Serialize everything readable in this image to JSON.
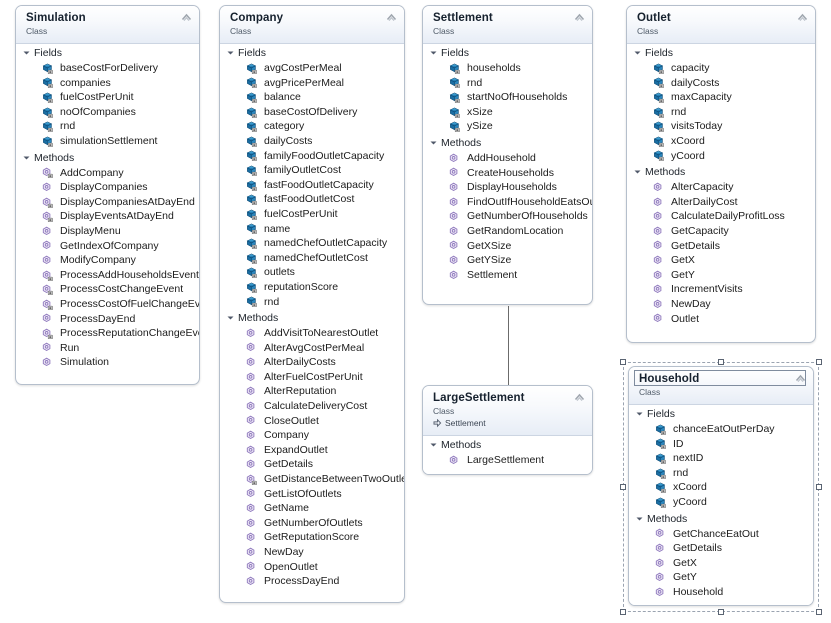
{
  "diagram": {
    "type": "uml-class-diagram",
    "stereotype_label": "Class",
    "fields_label": "Fields",
    "methods_label": "Methods",
    "classes": [
      {
        "name": "Simulation",
        "stereotype": "Class",
        "fields": [
          {
            "label": "baseCostForDelivery",
            "icon": "field-icon",
            "static": true
          },
          {
            "label": "companies",
            "icon": "field-icon",
            "static": true
          },
          {
            "label": "fuelCostPerUnit",
            "icon": "field-icon",
            "static": true
          },
          {
            "label": "noOfCompanies",
            "icon": "field-icon",
            "static": true
          },
          {
            "label": "rnd",
            "icon": "field-icon",
            "static": true
          },
          {
            "label": "simulationSettlement",
            "icon": "field-icon",
            "static": true
          }
        ],
        "methods": [
          {
            "label": "AddCompany",
            "icon": "method-icon",
            "static": true
          },
          {
            "label": "DisplayCompanies",
            "icon": "method-icon",
            "static": false
          },
          {
            "label": "DisplayCompaniesAtDayEnd",
            "icon": "method-icon",
            "static": true
          },
          {
            "label": "DisplayEventsAtDayEnd",
            "icon": "method-icon",
            "static": true
          },
          {
            "label": "DisplayMenu",
            "icon": "method-icon",
            "static": false
          },
          {
            "label": "GetIndexOfCompany",
            "icon": "method-icon",
            "static": false
          },
          {
            "label": "ModifyCompany",
            "icon": "method-icon",
            "static": false
          },
          {
            "label": "ProcessAddHouseholdsEvent",
            "icon": "method-icon",
            "static": true
          },
          {
            "label": "ProcessCostChangeEvent",
            "icon": "method-icon",
            "static": true
          },
          {
            "label": "ProcessCostOfFuelChangeEvent",
            "icon": "method-icon",
            "static": true
          },
          {
            "label": "ProcessDayEnd",
            "icon": "method-icon",
            "static": false
          },
          {
            "label": "ProcessReputationChangeEvent",
            "icon": "method-icon",
            "static": true
          },
          {
            "label": "Run",
            "icon": "method-icon",
            "static": false
          },
          {
            "label": "Simulation",
            "icon": "method-icon",
            "static": false
          }
        ]
      },
      {
        "name": "Company",
        "stereotype": "Class",
        "fields": [
          {
            "label": "avgCostPerMeal",
            "icon": "field-icon",
            "static": true
          },
          {
            "label": "avgPricePerMeal",
            "icon": "field-icon",
            "static": true
          },
          {
            "label": "balance",
            "icon": "field-icon",
            "static": true
          },
          {
            "label": "baseCostOfDelivery",
            "icon": "field-icon",
            "static": true
          },
          {
            "label": "category",
            "icon": "field-icon",
            "static": true
          },
          {
            "label": "dailyCosts",
            "icon": "field-icon",
            "static": true
          },
          {
            "label": "familyFoodOutletCapacity",
            "icon": "field-icon",
            "static": true
          },
          {
            "label": "familyOutletCost",
            "icon": "field-icon",
            "static": true
          },
          {
            "label": "fastFoodOutletCapacity",
            "icon": "field-icon",
            "static": true
          },
          {
            "label": "fastFoodOutletCost",
            "icon": "field-icon",
            "static": true
          },
          {
            "label": "fuelCostPerUnit",
            "icon": "field-icon",
            "static": true
          },
          {
            "label": "name",
            "icon": "field-icon",
            "static": true
          },
          {
            "label": "namedChefOutletCapacity",
            "icon": "field-icon",
            "static": true
          },
          {
            "label": "namedChefOutletCost",
            "icon": "field-icon",
            "static": true
          },
          {
            "label": "outlets",
            "icon": "field-icon",
            "static": true
          },
          {
            "label": "reputationScore",
            "icon": "field-icon",
            "static": true
          },
          {
            "label": "rnd",
            "icon": "field-icon",
            "static": true
          }
        ],
        "methods": [
          {
            "label": "AddVisitToNearestOutlet",
            "icon": "method-icon",
            "static": false
          },
          {
            "label": "AlterAvgCostPerMeal",
            "icon": "method-icon",
            "static": false
          },
          {
            "label": "AlterDailyCosts",
            "icon": "method-icon",
            "static": false
          },
          {
            "label": "AlterFuelCostPerUnit",
            "icon": "method-icon",
            "static": false
          },
          {
            "label": "AlterReputation",
            "icon": "method-icon",
            "static": false
          },
          {
            "label": "CalculateDeliveryCost",
            "icon": "method-icon",
            "static": false
          },
          {
            "label": "CloseOutlet",
            "icon": "method-icon",
            "static": false
          },
          {
            "label": "Company",
            "icon": "method-icon",
            "static": false
          },
          {
            "label": "ExpandOutlet",
            "icon": "method-icon",
            "static": false
          },
          {
            "label": "GetDetails",
            "icon": "method-icon",
            "static": false
          },
          {
            "label": "GetDistanceBetweenTwoOutlets",
            "icon": "method-icon",
            "static": true
          },
          {
            "label": "GetListOfOutlets",
            "icon": "method-icon",
            "static": false
          },
          {
            "label": "GetName",
            "icon": "method-icon",
            "static": false
          },
          {
            "label": "GetNumberOfOutlets",
            "icon": "method-icon",
            "static": false
          },
          {
            "label": "GetReputationScore",
            "icon": "method-icon",
            "static": false
          },
          {
            "label": "NewDay",
            "icon": "method-icon",
            "static": false
          },
          {
            "label": "OpenOutlet",
            "icon": "method-icon",
            "static": false
          },
          {
            "label": "ProcessDayEnd",
            "icon": "method-icon",
            "static": false
          }
        ]
      },
      {
        "name": "Settlement",
        "stereotype": "Class",
        "fields": [
          {
            "label": "households",
            "icon": "field-icon",
            "static": true
          },
          {
            "label": "rnd",
            "icon": "field-icon",
            "static": true
          },
          {
            "label": "startNoOfHouseholds",
            "icon": "field-icon",
            "static": true
          },
          {
            "label": "xSize",
            "icon": "field-icon",
            "static": true
          },
          {
            "label": "ySize",
            "icon": "field-icon",
            "static": true
          }
        ],
        "methods": [
          {
            "label": "AddHousehold",
            "icon": "method-icon",
            "static": false
          },
          {
            "label": "CreateHouseholds",
            "icon": "method-icon",
            "static": false
          },
          {
            "label": "DisplayHouseholds",
            "icon": "method-icon",
            "static": false
          },
          {
            "label": "FindOutIfHouseholdEatsOut",
            "icon": "method-icon",
            "static": false
          },
          {
            "label": "GetNumberOfHouseholds",
            "icon": "method-icon",
            "static": false
          },
          {
            "label": "GetRandomLocation",
            "icon": "method-icon",
            "static": false
          },
          {
            "label": "GetXSize",
            "icon": "method-icon",
            "static": false
          },
          {
            "label": "GetYSize",
            "icon": "method-icon",
            "static": false
          },
          {
            "label": "Settlement",
            "icon": "method-icon",
            "static": false
          }
        ]
      },
      {
        "name": "Outlet",
        "stereotype": "Class",
        "fields": [
          {
            "label": "capacity",
            "icon": "field-icon",
            "static": true
          },
          {
            "label": "dailyCosts",
            "icon": "field-icon",
            "static": true
          },
          {
            "label": "maxCapacity",
            "icon": "field-icon",
            "static": true
          },
          {
            "label": "rnd",
            "icon": "field-icon",
            "static": true
          },
          {
            "label": "visitsToday",
            "icon": "field-icon",
            "static": true
          },
          {
            "label": "xCoord",
            "icon": "field-icon",
            "static": true
          },
          {
            "label": "yCoord",
            "icon": "field-icon",
            "static": true
          }
        ],
        "methods": [
          {
            "label": "AlterCapacity",
            "icon": "method-icon",
            "static": false
          },
          {
            "label": "AlterDailyCost",
            "icon": "method-icon",
            "static": false
          },
          {
            "label": "CalculateDailyProfitLoss",
            "icon": "method-icon",
            "static": false
          },
          {
            "label": "GetCapacity",
            "icon": "method-icon",
            "static": false
          },
          {
            "label": "GetDetails",
            "icon": "method-icon",
            "static": false
          },
          {
            "label": "GetX",
            "icon": "method-icon",
            "static": false
          },
          {
            "label": "GetY",
            "icon": "method-icon",
            "static": false
          },
          {
            "label": "IncrementVisits",
            "icon": "method-icon",
            "static": false
          },
          {
            "label": "NewDay",
            "icon": "method-icon",
            "static": false
          },
          {
            "label": "Outlet",
            "icon": "method-icon",
            "static": false
          }
        ]
      },
      {
        "name": "LargeSettlement",
        "stereotype": "Class",
        "base_class": "Settlement",
        "fields": [],
        "methods": [
          {
            "label": "LargeSettlement",
            "icon": "method-icon",
            "static": false
          }
        ]
      },
      {
        "name": "Household",
        "stereotype": "Class",
        "selected": true,
        "fields": [
          {
            "label": "chanceEatOutPerDay",
            "icon": "field-icon",
            "static": true
          },
          {
            "label": "ID",
            "icon": "field-icon",
            "static": true
          },
          {
            "label": "nextID",
            "icon": "field-icon",
            "static": true
          },
          {
            "label": "rnd",
            "icon": "field-icon",
            "static": true
          },
          {
            "label": "xCoord",
            "icon": "field-icon",
            "static": true
          },
          {
            "label": "yCoord",
            "icon": "field-icon",
            "static": true
          }
        ],
        "methods": [
          {
            "label": "GetChanceEatOut",
            "icon": "method-icon",
            "static": false
          },
          {
            "label": "GetDetails",
            "icon": "method-icon",
            "static": false
          },
          {
            "label": "GetX",
            "icon": "method-icon",
            "static": false
          },
          {
            "label": "GetY",
            "icon": "method-icon",
            "static": false
          },
          {
            "label": "Household",
            "icon": "method-icon",
            "static": false
          }
        ]
      }
    ],
    "relationships": [
      {
        "type": "inheritance",
        "from": "LargeSettlement",
        "to": "Settlement"
      }
    ],
    "colors": {
      "box_border": "#b5bfcc",
      "header_gradient_top": "#ffffff",
      "header_gradient_bottom": "#e7edf6",
      "field_icon": "#1f6fa8",
      "method_icon": "#9a86c4",
      "connector": "#6b6b6b",
      "selection": "#5a6472"
    }
  }
}
